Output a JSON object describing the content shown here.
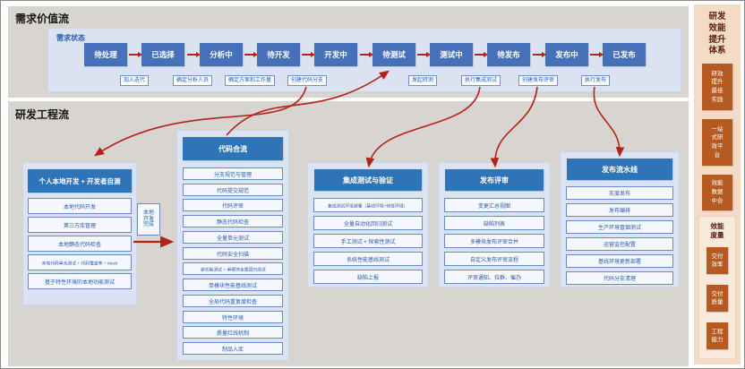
{
  "demand_stream": {
    "title": "需求价值流",
    "panel_label": "需求状态",
    "states": [
      "待处理",
      "已选择",
      "分析中",
      "待开发",
      "开发中",
      "待测试",
      "测试中",
      "待发布",
      "发布中",
      "已发布"
    ],
    "actions": [
      "加入迭代",
      "确定分析人员",
      "确定方案和工作量",
      "创建代码分支",
      "发起转测",
      "执行集成测试",
      "创建发布评审",
      "执行发布"
    ]
  },
  "engineering_stream": {
    "title": "研发工程流",
    "local_dev": {
      "header": "个人本地开发 + 开发者自测",
      "items": [
        "本地代码开发",
        "第三方库管理",
        "本地静态代码检查",
        "本地代码单元测试 + 代码覆盖率 + Mock",
        "基于特性环境的本地功能测试"
      ]
    },
    "local_done_note": "本地开发完成",
    "columns": [
      {
        "header": "代码合流",
        "items": [
          "分支规范与管理",
          "代码提交规范",
          "代码评审",
          "静态代码检查",
          "全量单元测试",
          "代码安全扫描",
          "新功能测试 + 单模块全量回归测试",
          "单模块性能基线测试",
          "全局代码重复度检查",
          "特性环境",
          "质量红线机制",
          "制品入库"
        ]
      },
      {
        "header": "集成测试与验证",
        "items": [
          "集成测试环境部署（基线环境+特性环境）",
          "全量自动化回归测试",
          "手工测试 + 探索性测试",
          "系统性能基线测试",
          "缺陷上报"
        ]
      },
      {
        "header": "发布评审",
        "items": [
          "变更汇总视图",
          "缺陷列表",
          "多模块发布评审合并",
          "自定义发布评审流程",
          "评审通知、拉群、催办"
        ]
      },
      {
        "header": "发布流水线",
        "items": [
          "灰度发布",
          "发布编排",
          "生产环境冒烟测试",
          "运营监控配置",
          "基线环境更新部署",
          "代码分支清理"
        ]
      }
    ]
  },
  "sidebar": {
    "title": "研发效能提升体系",
    "items": [
      "研效提升最佳实践",
      "一站式研效平台",
      "效能数据中台"
    ],
    "measure_group": {
      "header": "效能度量",
      "items": [
        "交付效率",
        "交付质量",
        "工程能力"
      ]
    }
  },
  "colors": {
    "state_box_blue": "#4671b9",
    "column_header_blue": "#2e74b6",
    "panel_light_blue": "#dbe3f3",
    "band_gray": "#d8d5d1",
    "arrow_red": "#b42318",
    "item_text_blue": "#2a5caa",
    "sidebar_bg_peach": "#f4dbc6",
    "sidebar_box_rust": "#b55a20",
    "sidebar_title_maroon": "#58220f"
  }
}
